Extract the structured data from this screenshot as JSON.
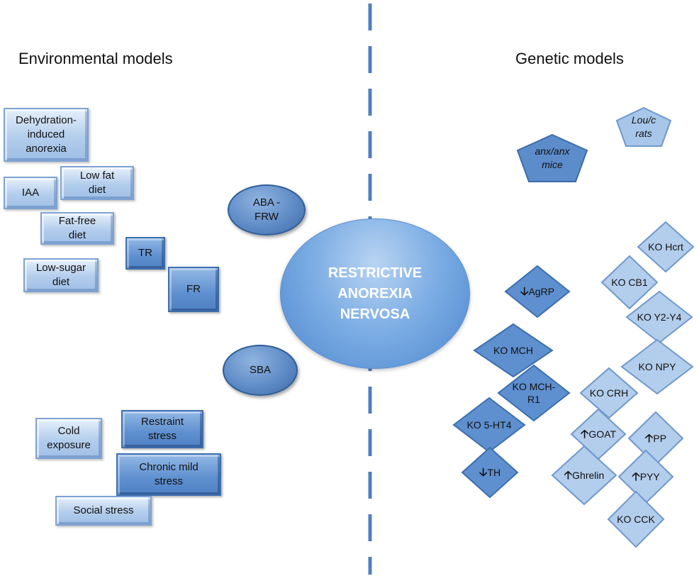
{
  "headings": {
    "environmental": "Environmental models",
    "genetic": "Genetic models"
  },
  "center": {
    "line1": "RESTRICTIVE",
    "line2": "ANOREXIA",
    "line3": "NERVOSA"
  },
  "ovals": {
    "aba": "ABA -\nFRW",
    "sba": "SBA"
  },
  "environmental_boxes": {
    "dehydration": "Dehydration-\ninduced\nanorexia",
    "iaa": "IAA",
    "low_fat": "Low fat\ndiet",
    "fat_free": "Fat-free\ndiet",
    "tr": "TR",
    "low_sugar": "Low-sugar\ndiet",
    "fr": "FR",
    "cold": "Cold\nexposure",
    "restraint": "Restraint\nstress",
    "chronic": "Chronic mild\nstress",
    "social": "Social stress"
  },
  "genetic_shapes": {
    "lou": "Lou/c\nrats",
    "anx": "anx/anx\nmice"
  },
  "genetic_diamonds": {
    "agrp": {
      "arrow": "🡣",
      "label": "AgRP"
    },
    "mch": {
      "label": "KO MCH"
    },
    "mch_r1": {
      "label": "KO MCH-\nR1"
    },
    "ht4": {
      "label": "KO 5-HT4"
    },
    "th": {
      "arrow": "🡣",
      "label": "TH"
    },
    "hcrt": {
      "label": "KO Hcrt"
    },
    "cb1": {
      "label": "KO CB1"
    },
    "y2y4": {
      "label": "KO Y2-Y4"
    },
    "npy": {
      "label": "KO NPY"
    },
    "crh": {
      "label": "KO CRH"
    },
    "goat": {
      "arrow": "🡡",
      "label": "GOAT"
    },
    "pp": {
      "arrow": "🡡",
      "label": "PP"
    },
    "ghrelin": {
      "arrow": "🡡",
      "label": "Ghrelin"
    },
    "pyy": {
      "arrow": "🡡",
      "label": "PYY"
    },
    "cck": {
      "label": "KO CCK"
    }
  },
  "colors": {
    "light_fill": "#b3cdec",
    "dark_fill": "#5e8fcf",
    "divider": "#4f7fc0"
  }
}
